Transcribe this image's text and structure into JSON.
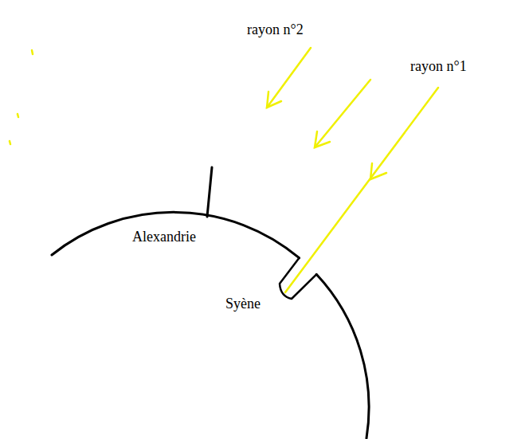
{
  "diagram": {
    "labels": [
      "rayon n°2",
      "rayon n°1",
      "Alexandrie",
      "Syène"
    ]
  }
}
